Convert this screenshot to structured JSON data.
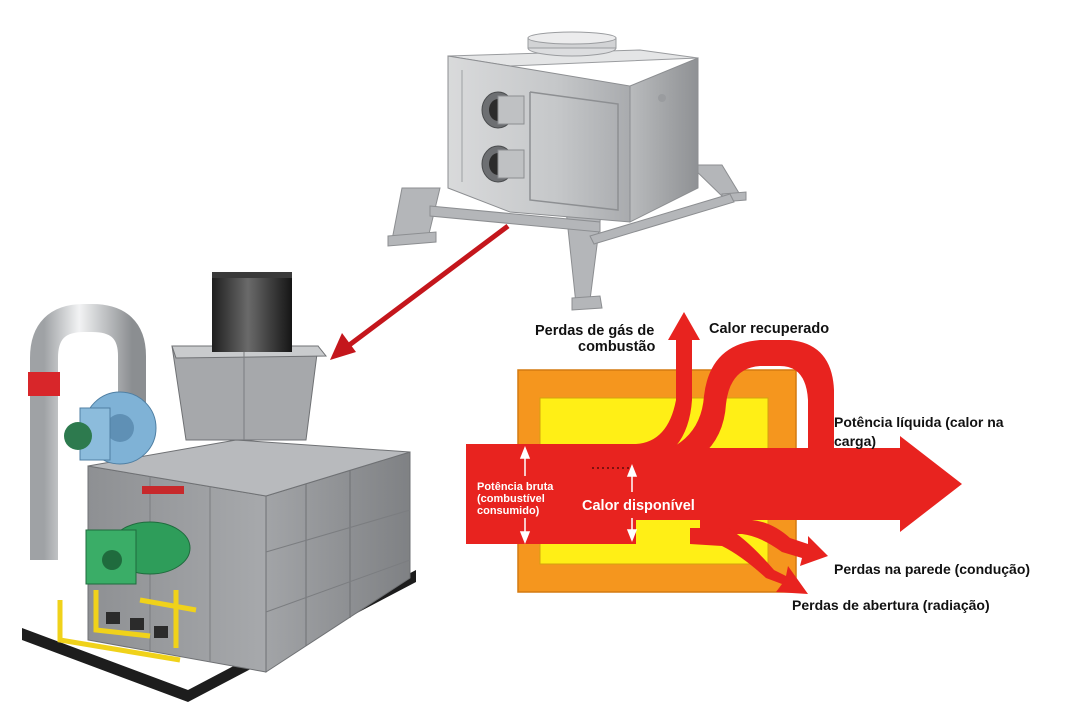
{
  "labels": {
    "perdas_gas_line1": "Perdas de gás de",
    "perdas_gas_line2": "combustão",
    "calor_recuperado": "Calor recuperado",
    "potencia_liquida_line1": "Potência líquida (calor na",
    "potencia_liquida_line2": "carga)",
    "potencia_bruta_line1": "Potência bruta",
    "potencia_bruta_line2": "(combustível",
    "potencia_bruta_line3": "consumido)",
    "calor_disponivel": "Calor disponível",
    "perdas_parede": "Perdas na parede (condução)",
    "perdas_abertura": "Perdas de abertura (radiação)"
  },
  "colors": {
    "flow_red": "#e8231f",
    "outer_orange": "#f5961e",
    "inner_yellow": "#ffef16",
    "metal_grey": "#9a9c9f",
    "burner_green": "#2e9d5a",
    "blower_blue": "#7fb2d6",
    "pointer_arrow": "#c4161c"
  },
  "icons": {
    "heat_exchanger": "heat-recovery-unit-illustration",
    "furnace": "industrial-furnace-illustration"
  }
}
